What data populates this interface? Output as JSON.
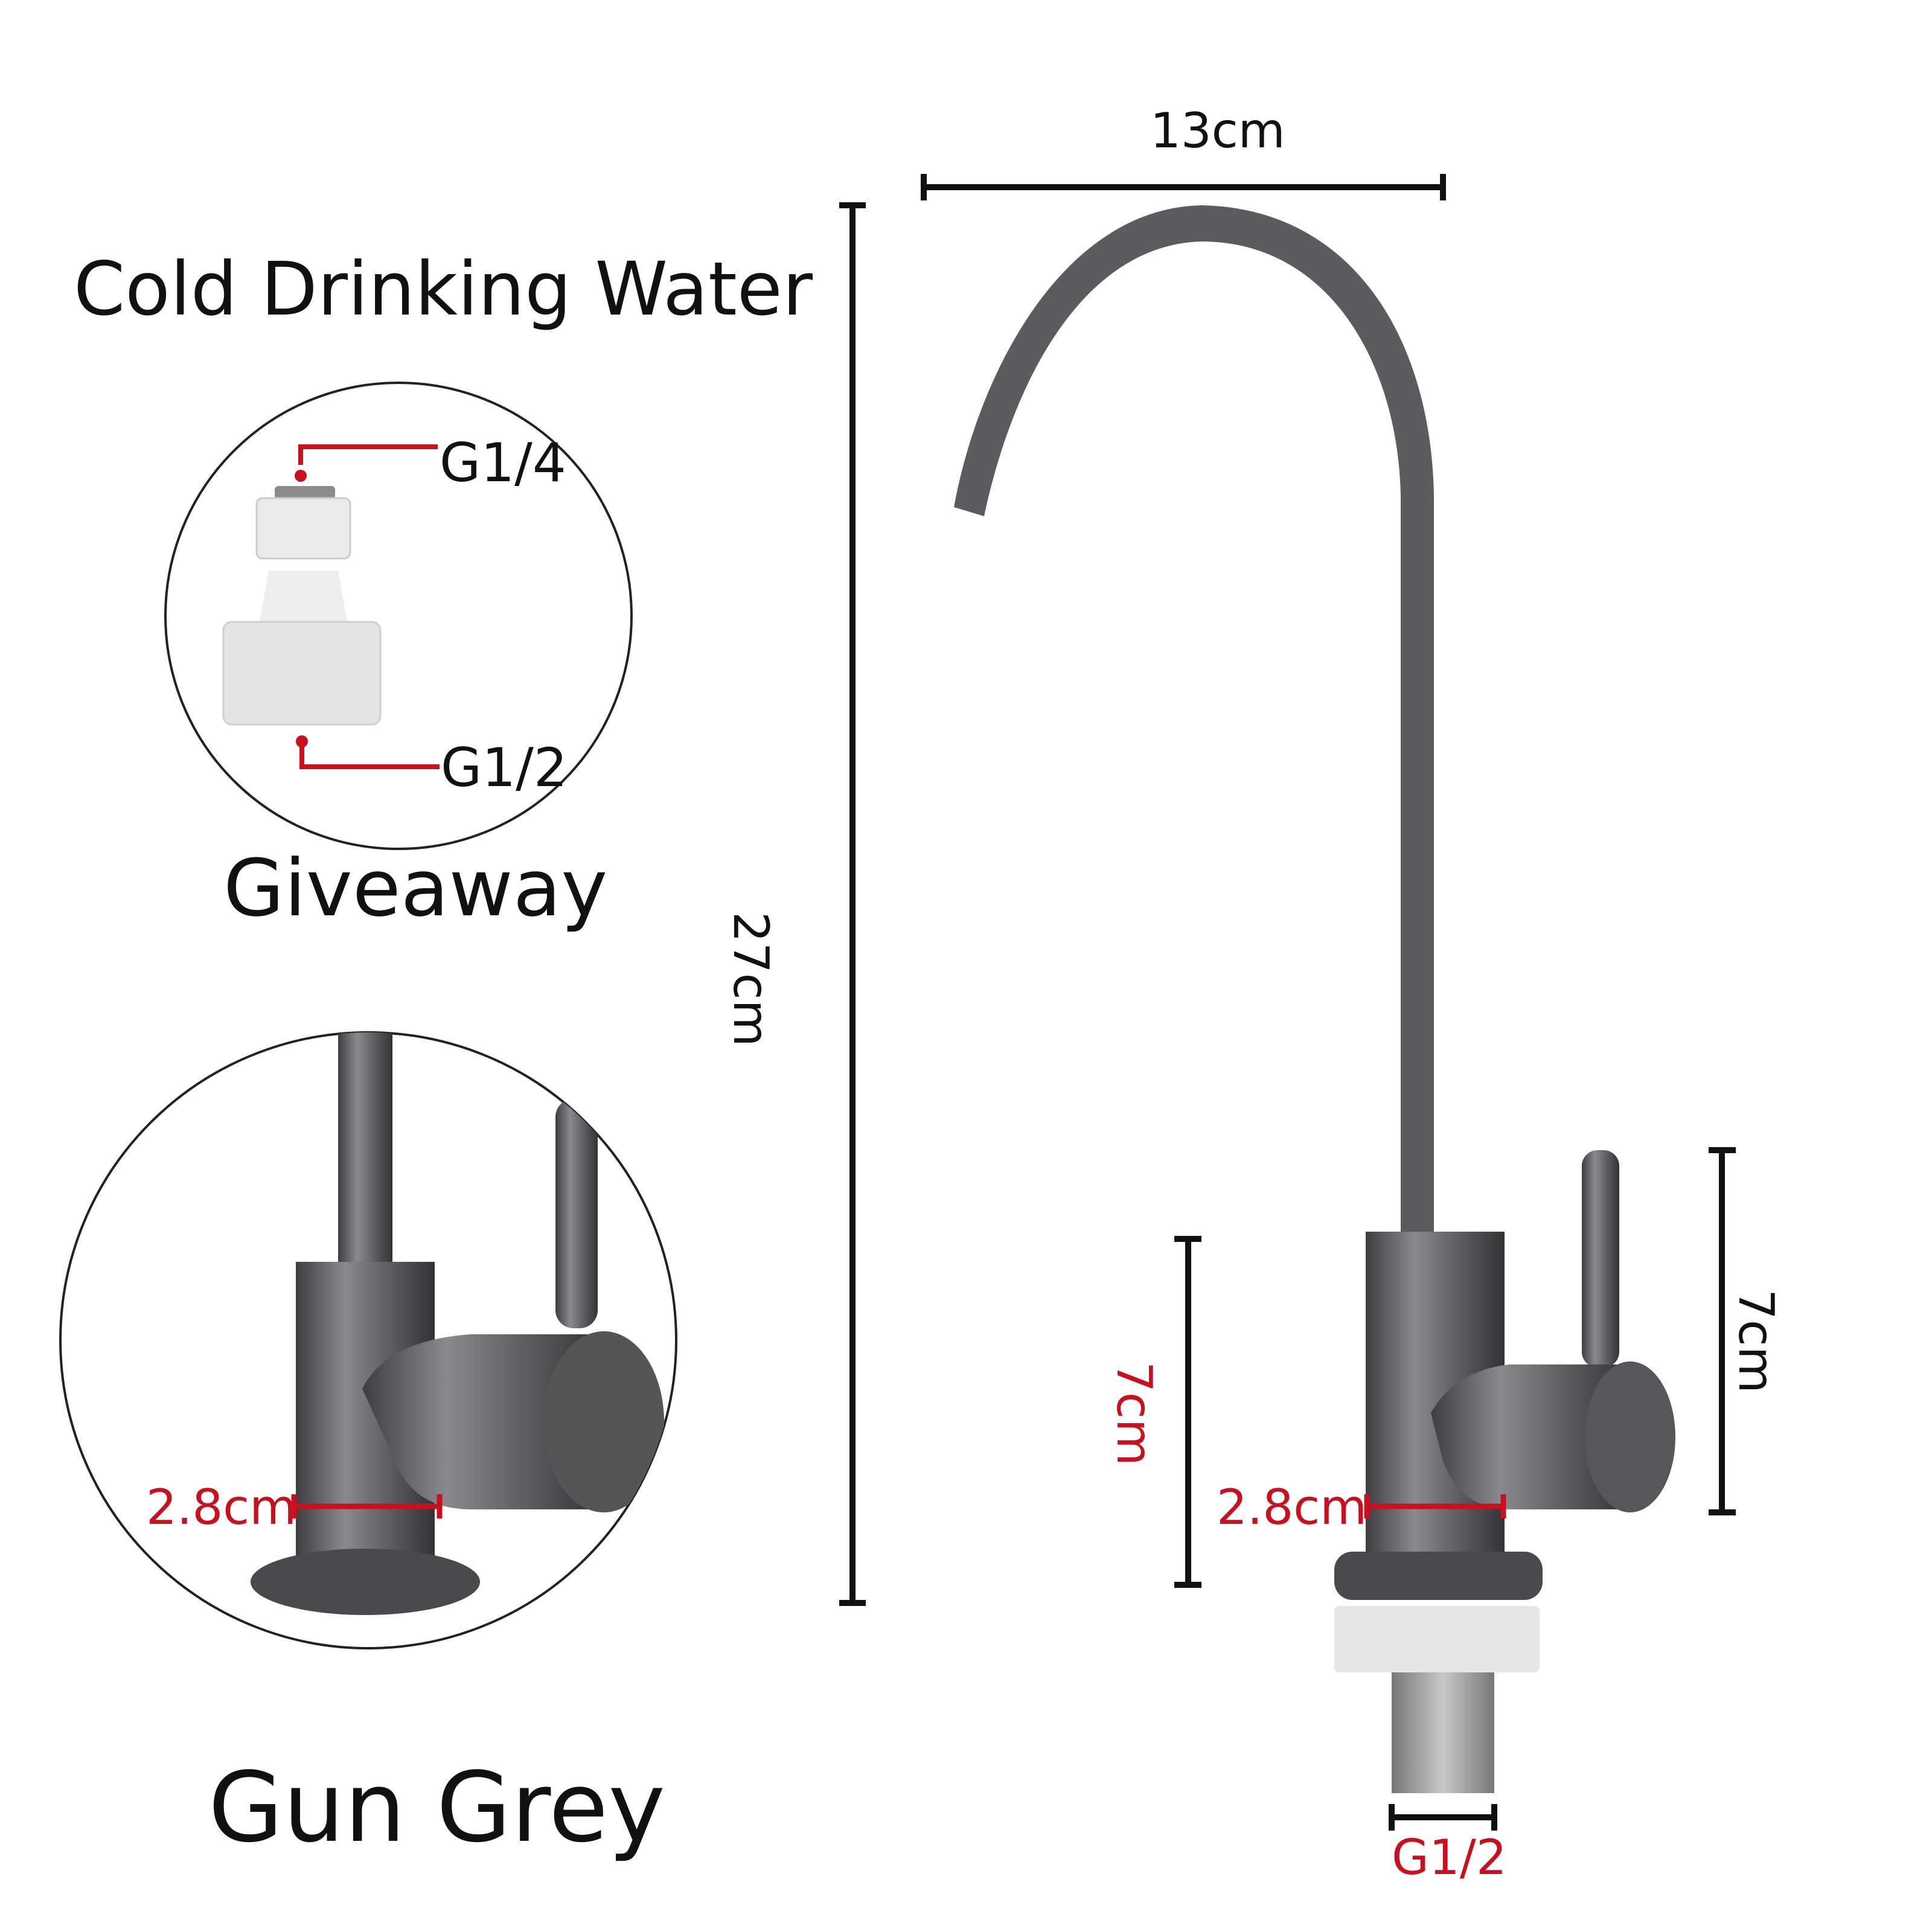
{
  "product": {
    "title": "Cold Drinking Water",
    "color_label": "Gun Grey",
    "giveaway_label": "Giveaway"
  },
  "adapter": {
    "top_thread": "G1/4",
    "bottom_thread": "G1/2"
  },
  "dimensions": {
    "spout_reach": "13cm",
    "total_height": "27cm",
    "body_height": "7cm",
    "handle_height": "7cm",
    "body_diameter_detail": "2.8cm",
    "body_diameter_main": "2.8cm",
    "inlet_thread": "G1/2"
  },
  "colors": {
    "accent_red": "#c8101e",
    "finish": "#5a5a5c"
  }
}
